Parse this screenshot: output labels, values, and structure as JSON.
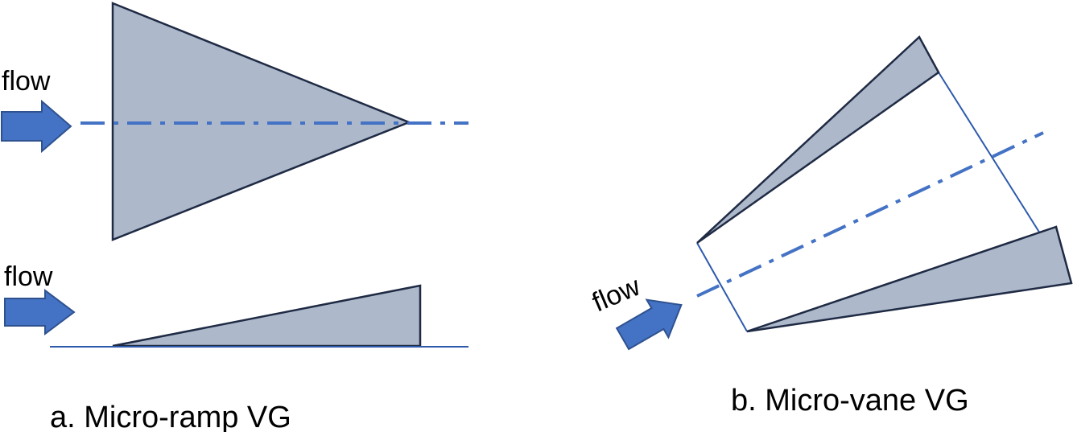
{
  "labels": {
    "flow_top_left": "flow",
    "flow_bottom_left": "flow",
    "flow_right": "flow",
    "caption_a": "a. Micro-ramp VG",
    "caption_b": "b. Micro-vane VG"
  },
  "colors": {
    "shape_fill": "#adb9ca",
    "shape_stroke": "#1f2a44",
    "arrow_fill": "#4472c4",
    "arrow_stroke": "#2f528f",
    "line_blue": "#4472c4",
    "thin_line": "#2e5aac"
  }
}
